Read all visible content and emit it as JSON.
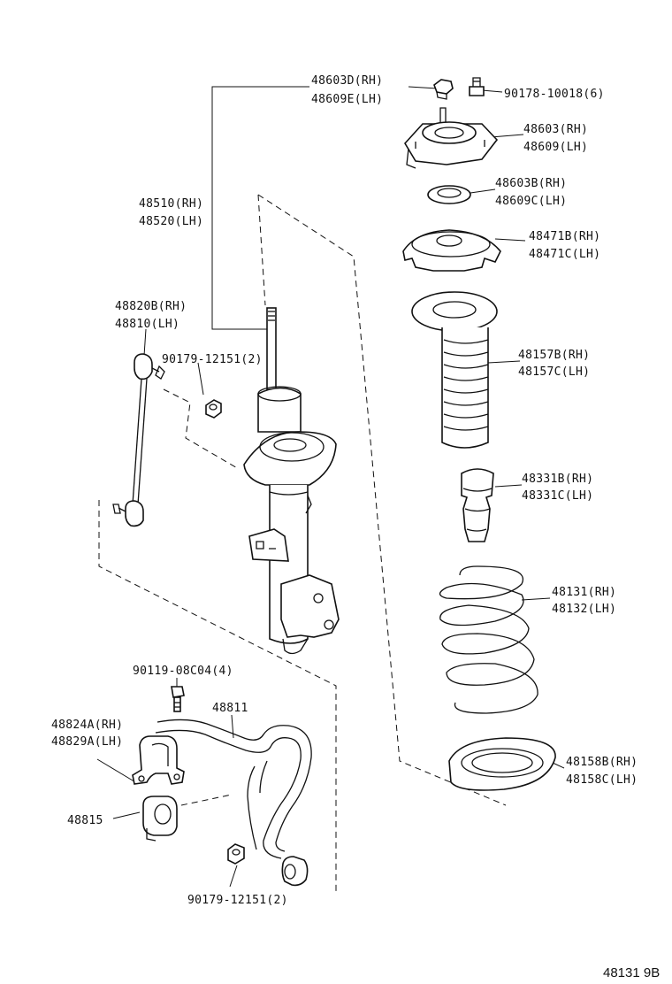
{
  "figure_id": "48131 9B",
  "callouts": {
    "top_nut": {
      "rh": "48603D(RH)",
      "lh": "48609E(LH)"
    },
    "top_bolt": "90178-10018(6)",
    "support": {
      "rh": "48603(RH)",
      "lh": "48609(LH)"
    },
    "bearing": {
      "rh": "48603B(RH)",
      "lh": "48609C(LH)"
    },
    "upper_seat": {
      "rh": "48471B(RH)",
      "lh": "48471C(LH)"
    },
    "strut": {
      "rh": "48510(RH)",
      "lh": "48520(LH)"
    },
    "link": {
      "rh": "48820B(RH)",
      "lh": "48810(LH)"
    },
    "link_nut": "90179-12151(2)",
    "boot": {
      "rh": "48157B(RH)",
      "lh": "48157C(LH)"
    },
    "bumper": {
      "rh": "48331B(RH)",
      "lh": "48331C(LH)"
    },
    "spring": {
      "rh": "48131(RH)",
      "lh": "48132(LH)"
    },
    "bracket_bolt": "90119-08C04(4)",
    "stabilizer_bar": "48811",
    "bracket": {
      "rh": "48824A(RH)",
      "lh": "48829A(LH)"
    },
    "bushing": "48815",
    "lower_insulator": {
      "rh": "48158B(RH)",
      "lh": "48158C(LH)"
    },
    "bar_nut": "90179-12151(2)"
  }
}
